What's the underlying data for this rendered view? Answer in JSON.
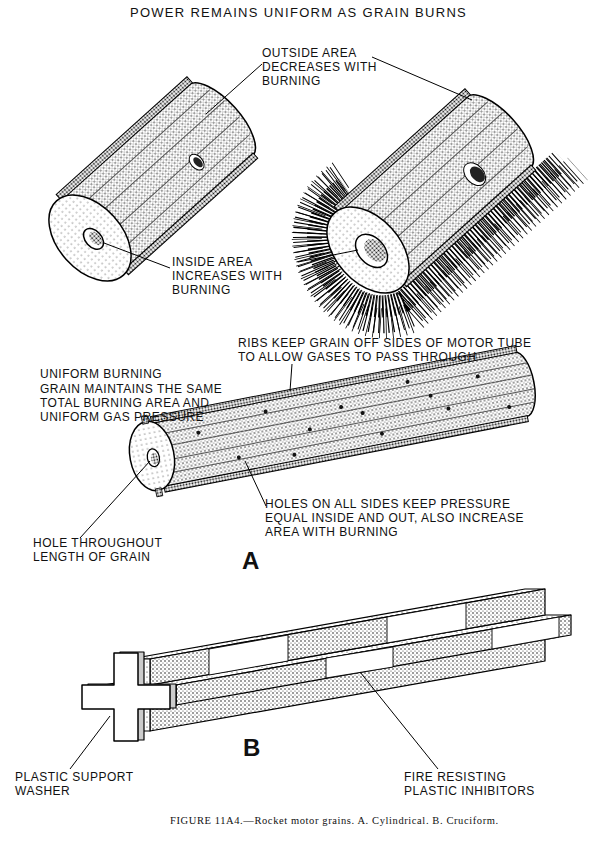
{
  "diagram": {
    "title": "POWER REMAINS UNIFORM AS GRAIN BURNS",
    "caption": "FIGURE 11A4.—Rocket motor grains. A. Cylindrical. B. Cruciform.",
    "labels": [
      "OUTSIDE AREA DECREASES WITH BURNING",
      "INSIDE AREA INCREASES WITH BURNING",
      "RIBS KEEP GRAIN OFF SIDES OF MOTOR TUBE TO ALLOW GASES TO PASS THROUGH",
      "UNIFORM BURNING",
      "GRAIN MAINTAINS THE SAME TOTAL BURNING AREA AND UNIFORM GAS PRESSURE",
      "HOLE THROUGHOUT LENGTH OF GRAIN",
      "HOLES ON ALL SIDES KEEP PRESSURE EQUAL INSIDE AND OUT, ALSO INCREASE AREA WITH BURNING",
      "A",
      "B",
      "PLASTIC SUPPORT WASHER",
      "FIRE RESISTING PLASTIC INHIBITORS"
    ]
  }
}
